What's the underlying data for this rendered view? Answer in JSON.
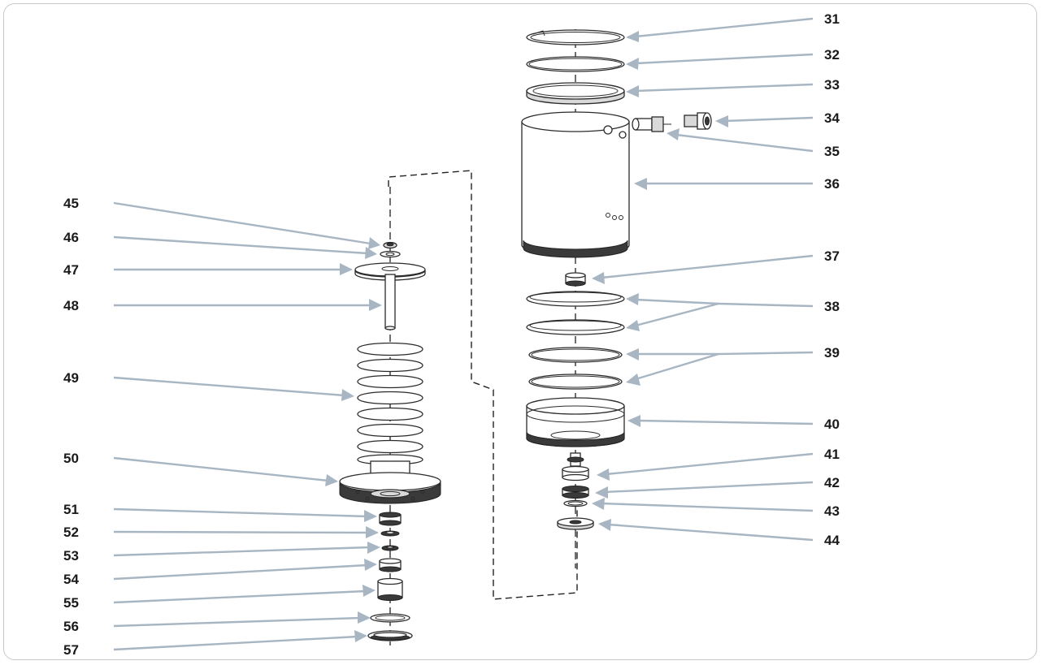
{
  "callouts_right": [
    "31",
    "32",
    "33",
    "34",
    "35",
    "36",
    "37",
    "38",
    "39",
    "40",
    "41",
    "42",
    "43",
    "44"
  ],
  "callouts_left": [
    "45",
    "46",
    "47",
    "48",
    "49",
    "50",
    "51",
    "52",
    "53",
    "54",
    "55",
    "56",
    "57"
  ],
  "colors": {
    "leader": "#a7b6c2",
    "outline": "#2b2b2b",
    "label": "#1a1a1a",
    "frame": "#c9c9c9"
  }
}
